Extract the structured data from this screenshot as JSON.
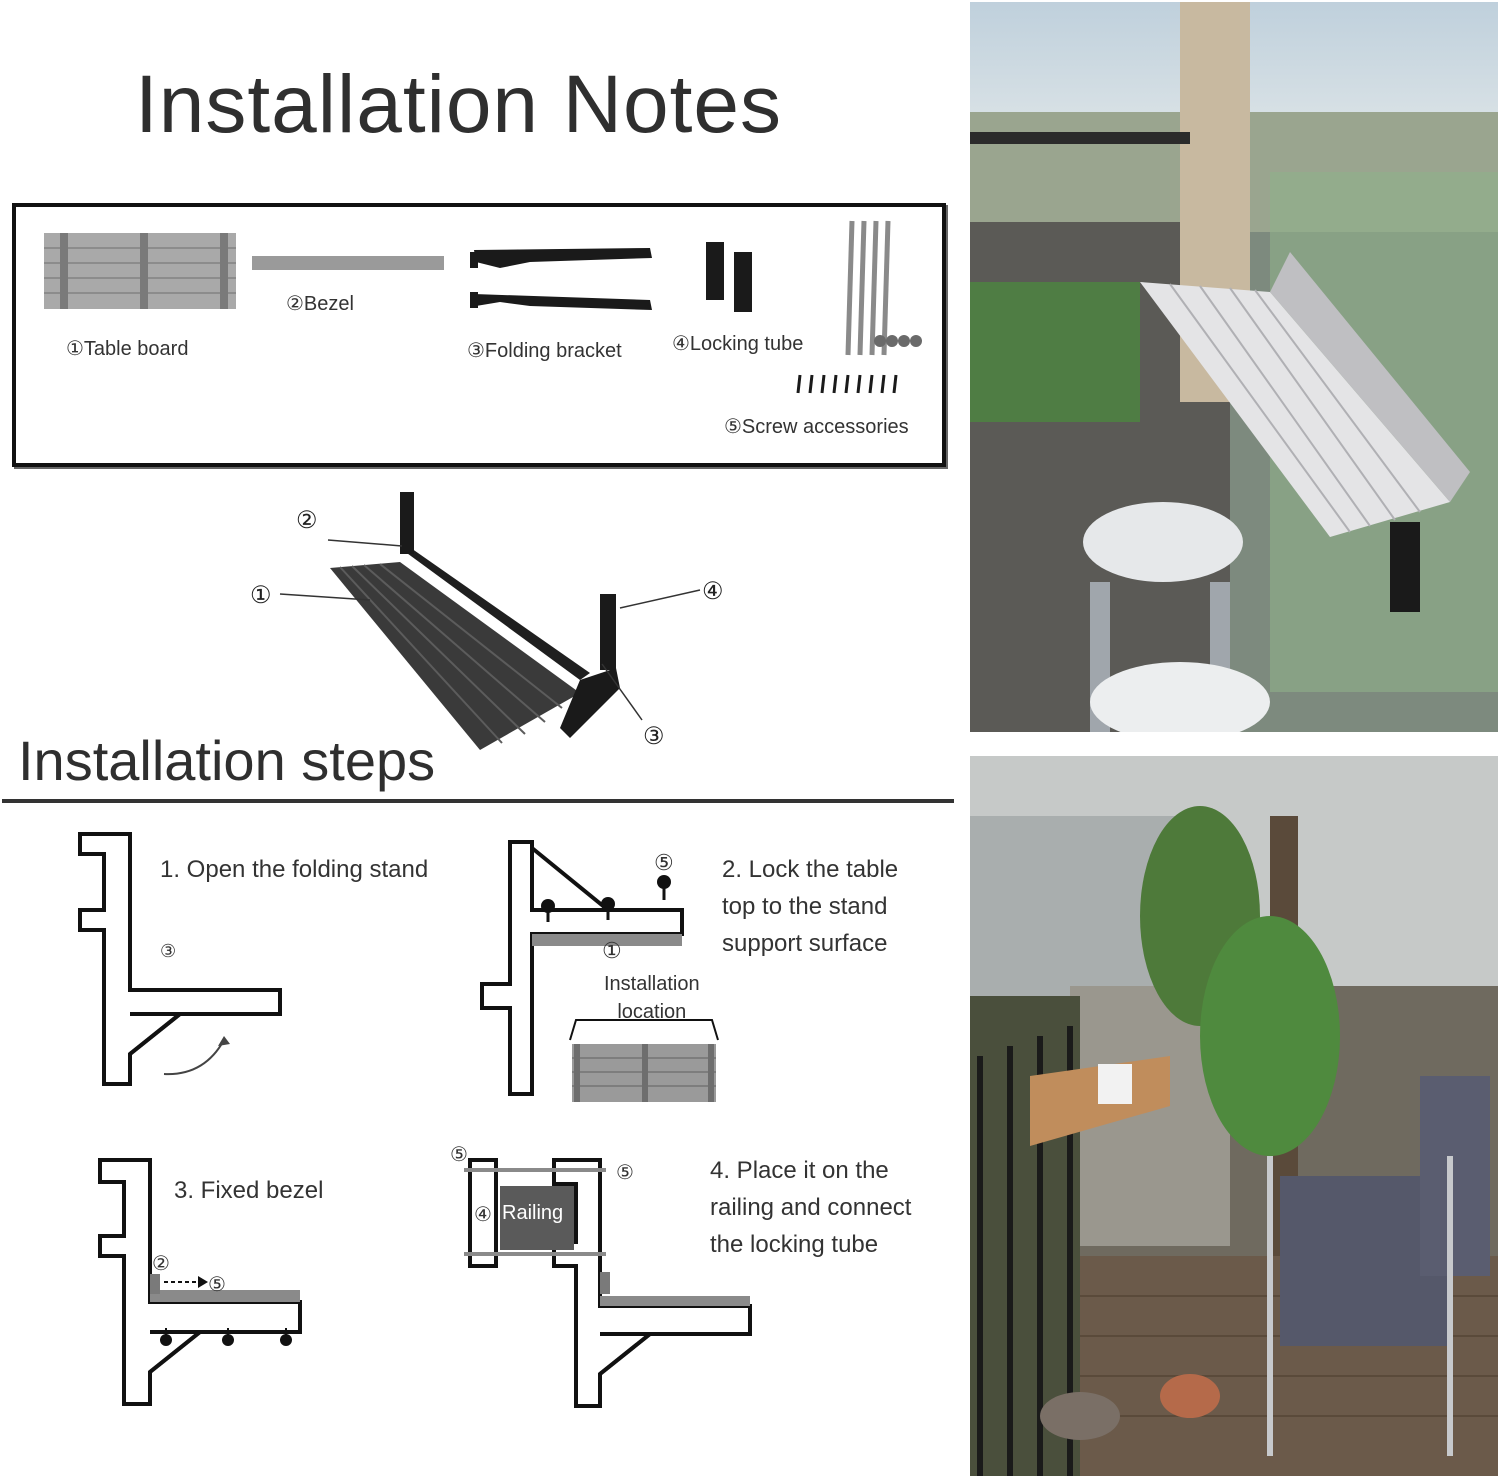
{
  "header": {
    "title": "Installation Notes"
  },
  "parts": {
    "table_board": "①Table board",
    "bezel": "②Bezel",
    "folding_bracket": "③Folding bracket",
    "locking_tube": "④Locking tube",
    "screw_accessories": "⑤Screw accessories"
  },
  "assembly": {
    "callouts": [
      "①",
      "②",
      "③",
      "④"
    ]
  },
  "steps": {
    "title": "Installation steps",
    "step1": {
      "text": "1. Open the folding stand",
      "marker": "③"
    },
    "step2": {
      "lines": [
        "2. Lock the table",
        "top to the stand",
        "support surface"
      ],
      "marker_top": "⑤",
      "marker_board": "①",
      "location_lines": [
        "Installation",
        "location"
      ]
    },
    "step3": {
      "text": "3. Fixed bezel",
      "marker_bezel": "②",
      "marker_screw": "⑤"
    },
    "step4": {
      "lines": [
        "4. Place it on the",
        "railing and connect",
        "the locking tube"
      ],
      "marker_tl": "⑤",
      "marker_tr": "⑤",
      "marker_tube": "④",
      "railing": "Railing"
    }
  },
  "colors": {
    "frame": "#111111",
    "board": "#9a9a9a",
    "bracket": "#1a1a1a",
    "sky": "#c9d6de",
    "wood": "#b98a5a"
  }
}
